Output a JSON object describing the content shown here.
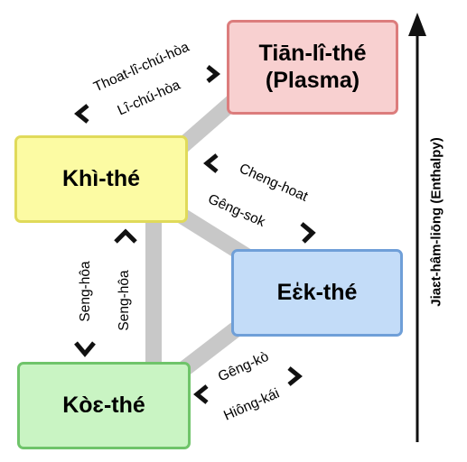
{
  "states": {
    "plasma": {
      "line1": "Tiān-lî-thé",
      "line2": "(Plasma)",
      "fill": "#f8d0d0",
      "border": "#dc7d7d"
    },
    "gas": {
      "label": "Khì-thé",
      "fill": "#fcfba3",
      "border": "#e0da5a"
    },
    "liquid": {
      "label": "Eɛ̍k-thé",
      "fill": "#c3dcf8",
      "border": "#6f9fd8"
    },
    "solid": {
      "label": "Kòɛ-thé",
      "fill": "#c9f4c3",
      "border": "#6fc46a"
    }
  },
  "transitions": {
    "ionization": "Thoat-lî-chú-hòa",
    "recombination": "Lî-chú-hòa",
    "condensation": "Cheng-hoat",
    "evaporation": "Gêng-sok",
    "deposition": "Seng-hôa",
    "sublimation": "Seng-hôa",
    "freezing": "Gêng-kò",
    "melting": "Hiông-kái"
  },
  "axis": {
    "label": "Jiaɛt-hâm-liōng (Enthalpy)"
  },
  "colors": {
    "connector": "#c8c8c8",
    "arrow": "#111111"
  }
}
